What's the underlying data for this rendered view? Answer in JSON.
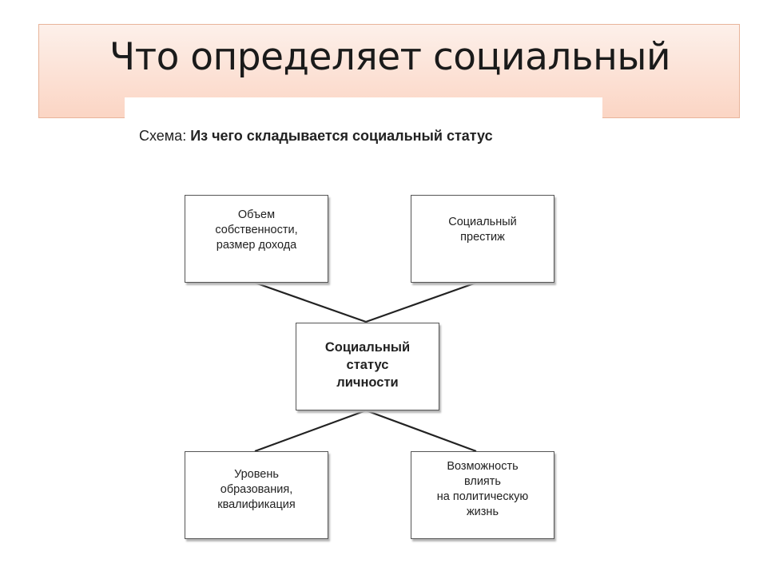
{
  "slide": {
    "title": "Что определяет социальный"
  },
  "diagram": {
    "caption_prefix": "Схема: ",
    "caption_title": "Из чего складывается социальный статус",
    "nodes": {
      "property": "Объем\nсобственности,\nразмер дохода",
      "prestige": "Социальный\nпрестиж",
      "status": "Социальный\nстатус\nличности",
      "education": "Уровень\nобразования,\nквалификация",
      "politics": "Возможность\nвлиять\nна политическую\nжизнь"
    }
  },
  "colors": {
    "title_band_top": "#fdf0ea",
    "title_band_bottom": "#fbd5c4",
    "title_band_border": "#e8b49a",
    "box_border": "#555555",
    "line": "#222222"
  }
}
